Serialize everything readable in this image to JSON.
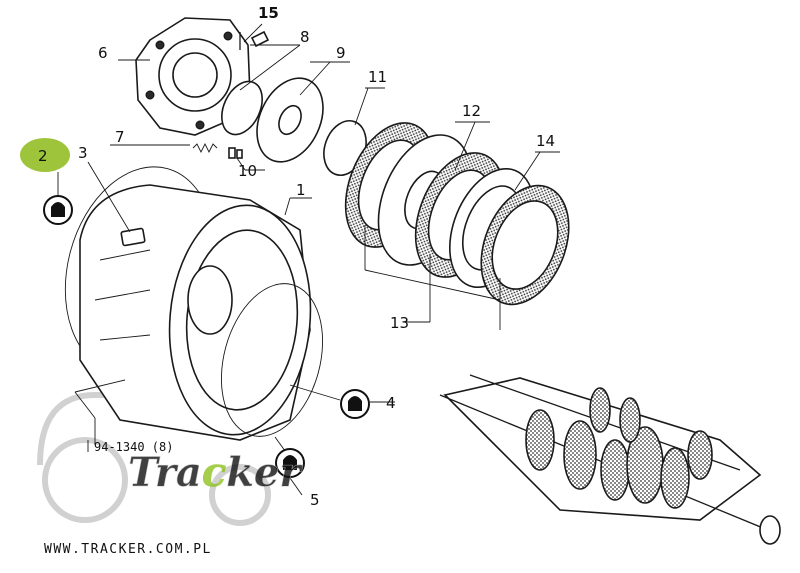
{
  "diagram": {
    "labels": {
      "p1": "1",
      "p2": "2",
      "p3": "3",
      "p4": "4",
      "p5": "5",
      "p6": "6",
      "p7": "7",
      "p8": "8",
      "p9": "9",
      "p10": "10",
      "p11": "11",
      "p12": "12",
      "p13": "13",
      "p14": "14",
      "p15": "15"
    },
    "note": "94-1340 (8)",
    "highlight_color": "#9dc43a"
  },
  "watermark": {
    "brand_prefix": "Tra",
    "brand_accent": "c",
    "brand_suffix": "ker",
    "url": "WWW.TRACKER.COM.PL",
    "accent_color": "#8ec21f"
  }
}
